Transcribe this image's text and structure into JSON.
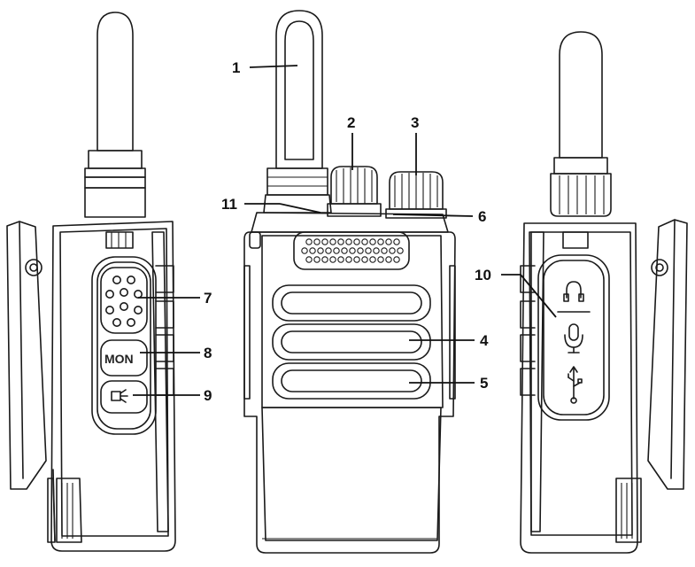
{
  "callouts": [
    {
      "id": "1",
      "label": "1"
    },
    {
      "id": "2",
      "label": "2"
    },
    {
      "id": "3",
      "label": "3"
    },
    {
      "id": "4",
      "label": "4"
    },
    {
      "id": "5",
      "label": "5"
    },
    {
      "id": "6",
      "label": "6"
    },
    {
      "id": "7",
      "label": "7"
    },
    {
      "id": "8",
      "label": "8"
    },
    {
      "id": "9",
      "label": "9"
    },
    {
      "id": "10",
      "label": "10"
    },
    {
      "id": "11",
      "label": "11"
    }
  ],
  "buttons": {
    "monitor_label": "MON"
  },
  "icons": {
    "earphone": "earphone-icon",
    "microphone": "microphone-icon",
    "usb": "usb-icon",
    "flashlight": "flashlight-icon"
  }
}
